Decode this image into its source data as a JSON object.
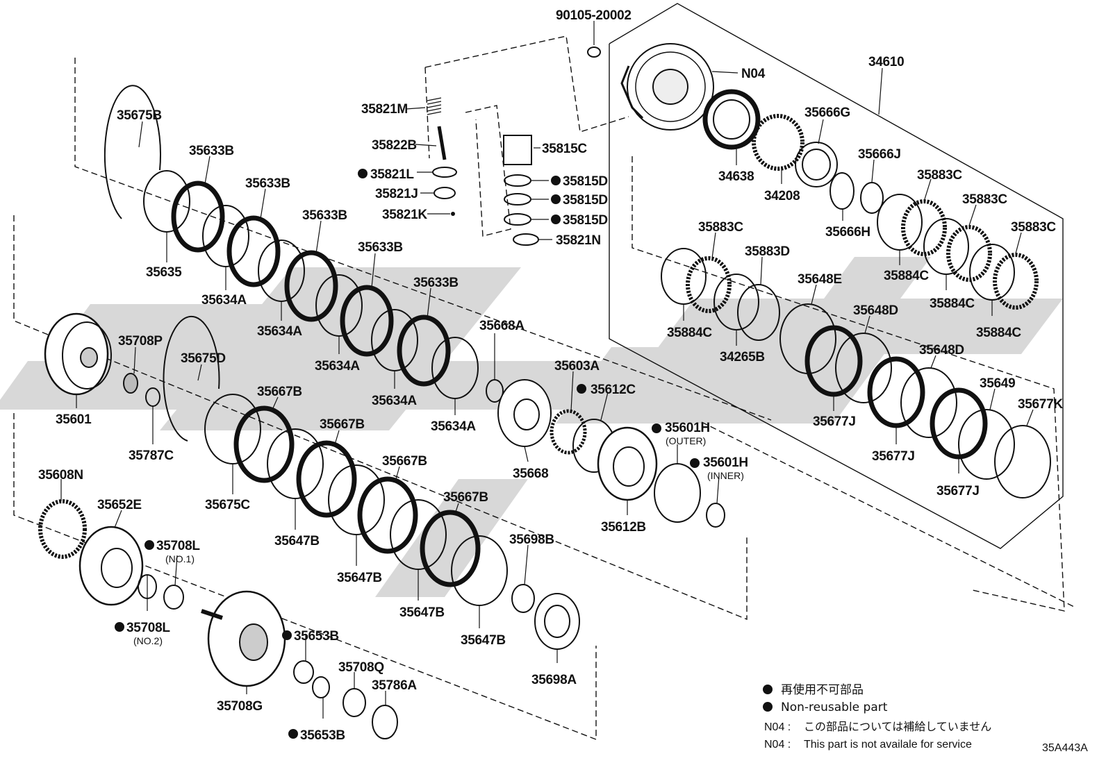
{
  "diagram_code": "35A443A",
  "legend": {
    "jp_nonreusable": "再使用不可部品",
    "en_nonreusable": "Non-reusable part",
    "n04_prefix": "N04 :",
    "n04_jp": "この部品については補給していません",
    "n04_en": "This part is not availale for service"
  },
  "parts": {
    "p90105": "90105-20002",
    "p34610": "34610",
    "pN04": "N04",
    "p35666G": "35666G",
    "p34638": "34638",
    "p34208": "34208",
    "p35666J": "35666J",
    "p35666H": "35666H",
    "p35883C_1": "35883C",
    "p35883C_2": "35883C",
    "p35883C_3": "35883C",
    "p35883C_4": "35883C",
    "p35883D": "35883D",
    "p35884C_1": "35884C",
    "p35884C_2": "35884C",
    "p35884C_3": "35884C",
    "p35884C_4": "35884C",
    "p34265B": "34265B",
    "p35648E": "35648E",
    "p35648D_1": "35648D",
    "p35648D_2": "35648D",
    "p35649": "35649",
    "p35677K": "35677K",
    "p35677J_1": "35677J",
    "p35677J_2": "35677J",
    "p35677J_3": "35677J",
    "p35821M": "35821M",
    "p35822B": "35822B",
    "p35821L": "35821L",
    "p35821J": "35821J",
    "p35821K": "35821K",
    "p35815C": "35815C",
    "p35815D_1": "35815D",
    "p35815D_2": "35815D",
    "p35815D_3": "35815D",
    "p35821N": "35821N",
    "p35675B": "35675B",
    "p35633B_1": "35633B",
    "p35633B_2": "35633B",
    "p35633B_3": "35633B",
    "p35633B_4": "35633B",
    "p35633B_5": "35633B",
    "p35635": "35635",
    "p35634A_1": "35634A",
    "p35634A_2": "35634A",
    "p35634A_3": "35634A",
    "p35634A_4": "35634A",
    "p35634A_5": "35634A",
    "p35668A": "35668A",
    "p35601": "35601",
    "p35708P": "35708P",
    "p35787C": "35787C",
    "p35675D": "35675D",
    "p35675C": "35675C",
    "p35667B_1": "35667B",
    "p35667B_2": "35667B",
    "p35667B_3": "35667B",
    "p35667B_4": "35667B",
    "p35647B_1": "35647B",
    "p35647B_2": "35647B",
    "p35647B_3": "35647B",
    "p35647B_4": "35647B",
    "p35603A": "35603A",
    "p35612C": "35612C",
    "p35668": "35668",
    "p35612B": "35612B",
    "p35601H_outer": "35601H",
    "p35601H_outer_sub": "(OUTER)",
    "p35601H_inner": "35601H",
    "p35601H_inner_sub": "(INNER)",
    "p35698B": "35698B",
    "p35698A": "35698A",
    "p35608N": "35608N",
    "p35652E": "35652E",
    "p35708L_1": "35708L",
    "p35708L_1_sub": "(NO.1)",
    "p35708L_2": "35708L",
    "p35708L_2_sub": "(NO.2)",
    "p35708G": "35708G",
    "p35653B_1": "35653B",
    "p35653B_2": "35653B",
    "p35708Q": "35708Q",
    "p35786A": "35786A"
  }
}
